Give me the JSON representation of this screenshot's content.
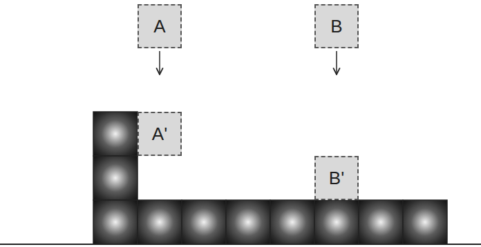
{
  "diagram": {
    "nodes": [
      {
        "text": [
          "A"
        ]
      },
      {
        "text": [
          "B"
        ]
      },
      {
        "text": [
          "A'"
        ]
      },
      {
        "text": [
          "B'"
        ]
      }
    ]
  }
}
